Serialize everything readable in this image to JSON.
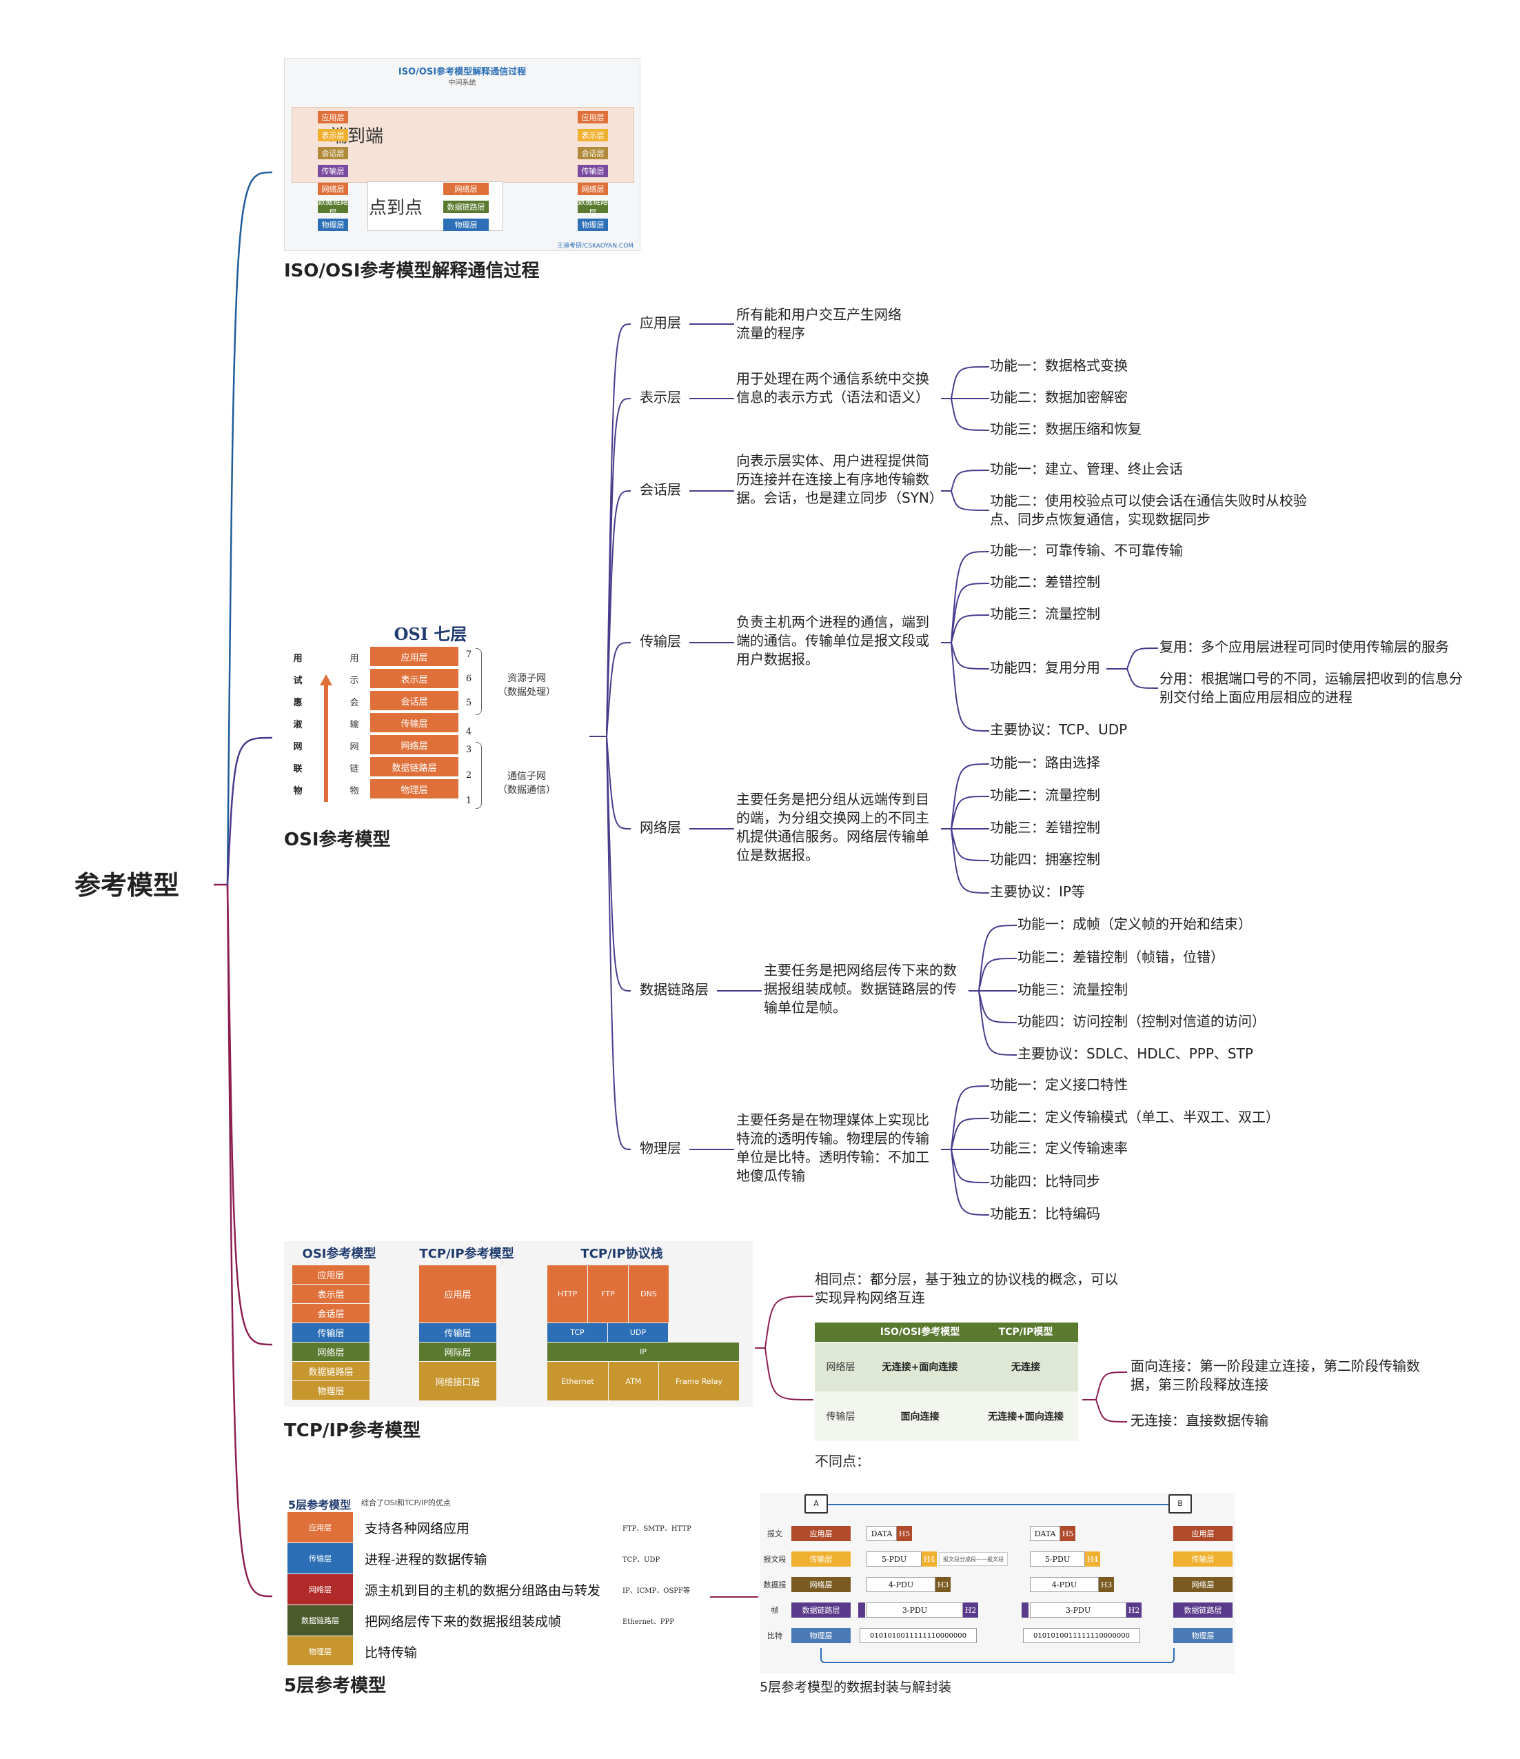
{
  "root": "参考模型",
  "colors": {
    "blue": "#1f5c99",
    "purple": "#4b3a8c",
    "maroon": "#8c1f52",
    "orange": "#e0703a",
    "lightblue": "#2c6fb6",
    "green": "#5a7a30",
    "darkred": "#b02a2a",
    "gold": "#c7962e"
  },
  "branch_osi_process": {
    "caption": "ISO/OSI参考模型解释通信过程",
    "img_title": "ISO/OSI参考模型解释通信过程",
    "middle_system": "中间系统",
    "end_to_end": "端到端",
    "point_to_point": "点到点",
    "layers": [
      "应用层",
      "表示层",
      "会话层",
      "传输层",
      "网络层",
      "数据链路层",
      "物理层"
    ],
    "footer": "王道考研/CSKAOYAN.COM"
  },
  "branch_osi": {
    "caption": "OSI参考模型",
    "img_title": "OSI  七层",
    "mnemonic": [
      "用",
      "试",
      "惠",
      "淑",
      "网",
      "联",
      "物"
    ],
    "abbr": [
      "用",
      "示",
      "会",
      "输",
      "网",
      "链",
      "物"
    ],
    "layers": [
      "应用层",
      "表示层",
      "会话层",
      "传输层",
      "网络层",
      "数据链路层",
      "物理层"
    ],
    "numbers": [
      "7",
      "6",
      "5",
      "4",
      "3",
      "2",
      "1"
    ],
    "resource_subnet": "资源子网\n（数据处理）",
    "comm_subnet": "通信子网\n（数据通信）",
    "layer_nodes": [
      {
        "name": "应用层",
        "desc": "所有能和用户交互产生网络流量的程序",
        "functions": []
      },
      {
        "name": "表示层",
        "desc": "用于处理在两个通信系统中交换信息的表示方式（语法和语义）",
        "functions": [
          "功能一：数据格式变换",
          "功能二：数据加密解密",
          "功能三：数据压缩和恢复"
        ]
      },
      {
        "name": "会话层",
        "desc": "向表示层实体、用户进程提供简历连接并在连接上有序地传输数据。会话，也是建立同步（SYN）",
        "functions": [
          "功能一：建立、管理、终止会话",
          "功能二：使用校验点可以使会话在通信失败时从校验点、同步点恢复通信，实现数据同步"
        ]
      },
      {
        "name": "传输层",
        "desc": "负责主机两个进程的通信，端到端的通信。传输单位是报文段或用户数据报。",
        "functions": [
          "功能一：可靠传输、不可靠传输",
          "功能二：差错控制",
          "功能三：流量控制",
          "功能四：复用分用",
          "主要协议：TCP、UDP"
        ],
        "sub": [
          "复用：多个应用层进程可同时使用传输层的服务",
          "分用：根据端口号的不同，运输层把收到的信息分别交付给上面应用层相应的进程"
        ]
      },
      {
        "name": "网络层",
        "desc": "主要任务是把分组从远端传到目的端，为分组交换网上的不同主机提供通信服务。网络层传输单位是数据报。",
        "functions": [
          "功能一：路由选择",
          "功能二：流量控制",
          "功能三：差错控制",
          "功能四：拥塞控制",
          "主要协议：IP等"
        ]
      },
      {
        "name": "数据链路层",
        "desc": "主要任务是把网络层传下来的数据报组装成帧。数据链路层的传输单位是帧。",
        "functions": [
          "功能一：成帧（定义帧的开始和结束）",
          "功能二：差错控制（帧错，位错）",
          "功能三：流量控制",
          "功能四：访问控制（控制对信道的访问）",
          "主要协议：SDLC、HDLC、PPP、STP"
        ]
      },
      {
        "name": "物理层",
        "desc": "主要任务是在物理媒体上实现比特流的透明传输。物理层的传输单位是比特。透明传输：不加工地傻瓜传输",
        "functions": [
          "功能一：定义接口特性",
          "功能二：定义传输模式（单工、半双工、双工）",
          "功能三：定义传输速率",
          "功能四：比特同步",
          "功能五：比特编码"
        ]
      }
    ]
  },
  "branch_tcpip": {
    "caption": "TCP/IP参考模型",
    "col_titles": [
      "OSI参考模型",
      "TCP/IP参考模型",
      "TCP/IP协议栈"
    ],
    "osi_layers": [
      "应用层",
      "表示层",
      "会话层",
      "传输层",
      "网络层",
      "数据链路层",
      "物理层"
    ],
    "tcpip_layers": [
      "应用层",
      "传输层",
      "网际层",
      "网络接口层"
    ],
    "stack_app": [
      "HTTP",
      "FTP",
      "DNS"
    ],
    "stack_trans": [
      "TCP",
      "UDP"
    ],
    "stack_ip": "IP",
    "stack_link": [
      "Ethernet",
      "ATM",
      "Frame Relay"
    ],
    "same": "相同点：都分层，基于独立的协议栈的概念，可以实现异构网络互连",
    "diff_label": "不同点：",
    "table_head": [
      "",
      "ISO/OSI参考模型",
      "TCP/IP模型"
    ],
    "table_rows": [
      [
        "网络层",
        "无连接+面向连接",
        "无连接"
      ],
      [
        "传输层",
        "面向连接",
        "无连接+面向连接"
      ]
    ],
    "conn": [
      "面向连接：第一阶段建立连接，第二阶段传输数据，第三阶段释放连接",
      "无连接：直接数据传输"
    ]
  },
  "branch_5layer": {
    "caption": "5层参考模型",
    "img_title": "5层参考模型",
    "subtitle": "综合了OSI和TCP/IP的优点",
    "rows": [
      {
        "layer": "应用层",
        "desc": "支持各种网络应用",
        "proto": "FTP、SMTP、HTTP"
      },
      {
        "layer": "传输层",
        "desc": "进程-进程的数据传输",
        "proto": "TCP、UDP"
      },
      {
        "layer": "网络层",
        "desc": "源主机到目的主机的数据分组路由与转发",
        "proto": "IP、ICMP、OSPF等"
      },
      {
        "layer": "数据链路层",
        "desc": "把网络层传下来的数据报组装成帧",
        "proto": "Ethernet、PPP"
      },
      {
        "layer": "物理层",
        "desc": "比特传输",
        "proto": ""
      }
    ],
    "encap_caption": "5层参考模型的数据封装与解封装",
    "encap_units": [
      "报文",
      "报文段",
      "数据报",
      "帧",
      "比特"
    ],
    "encap_layers": [
      "应用层",
      "传输层",
      "网络层",
      "数据链路层",
      "物理层"
    ],
    "host_a": "A",
    "host_b": "B",
    "pdu": {
      "data": "DATA",
      "h5": "H5",
      "p5": "5-PDU",
      "h4": "H4",
      "p4": "4-PDU",
      "h3": "H3",
      "p3": "3-PDU",
      "h2": "H2",
      "bits": "0101010011111110000000"
    },
    "note": "报文段分成段——报文段"
  }
}
